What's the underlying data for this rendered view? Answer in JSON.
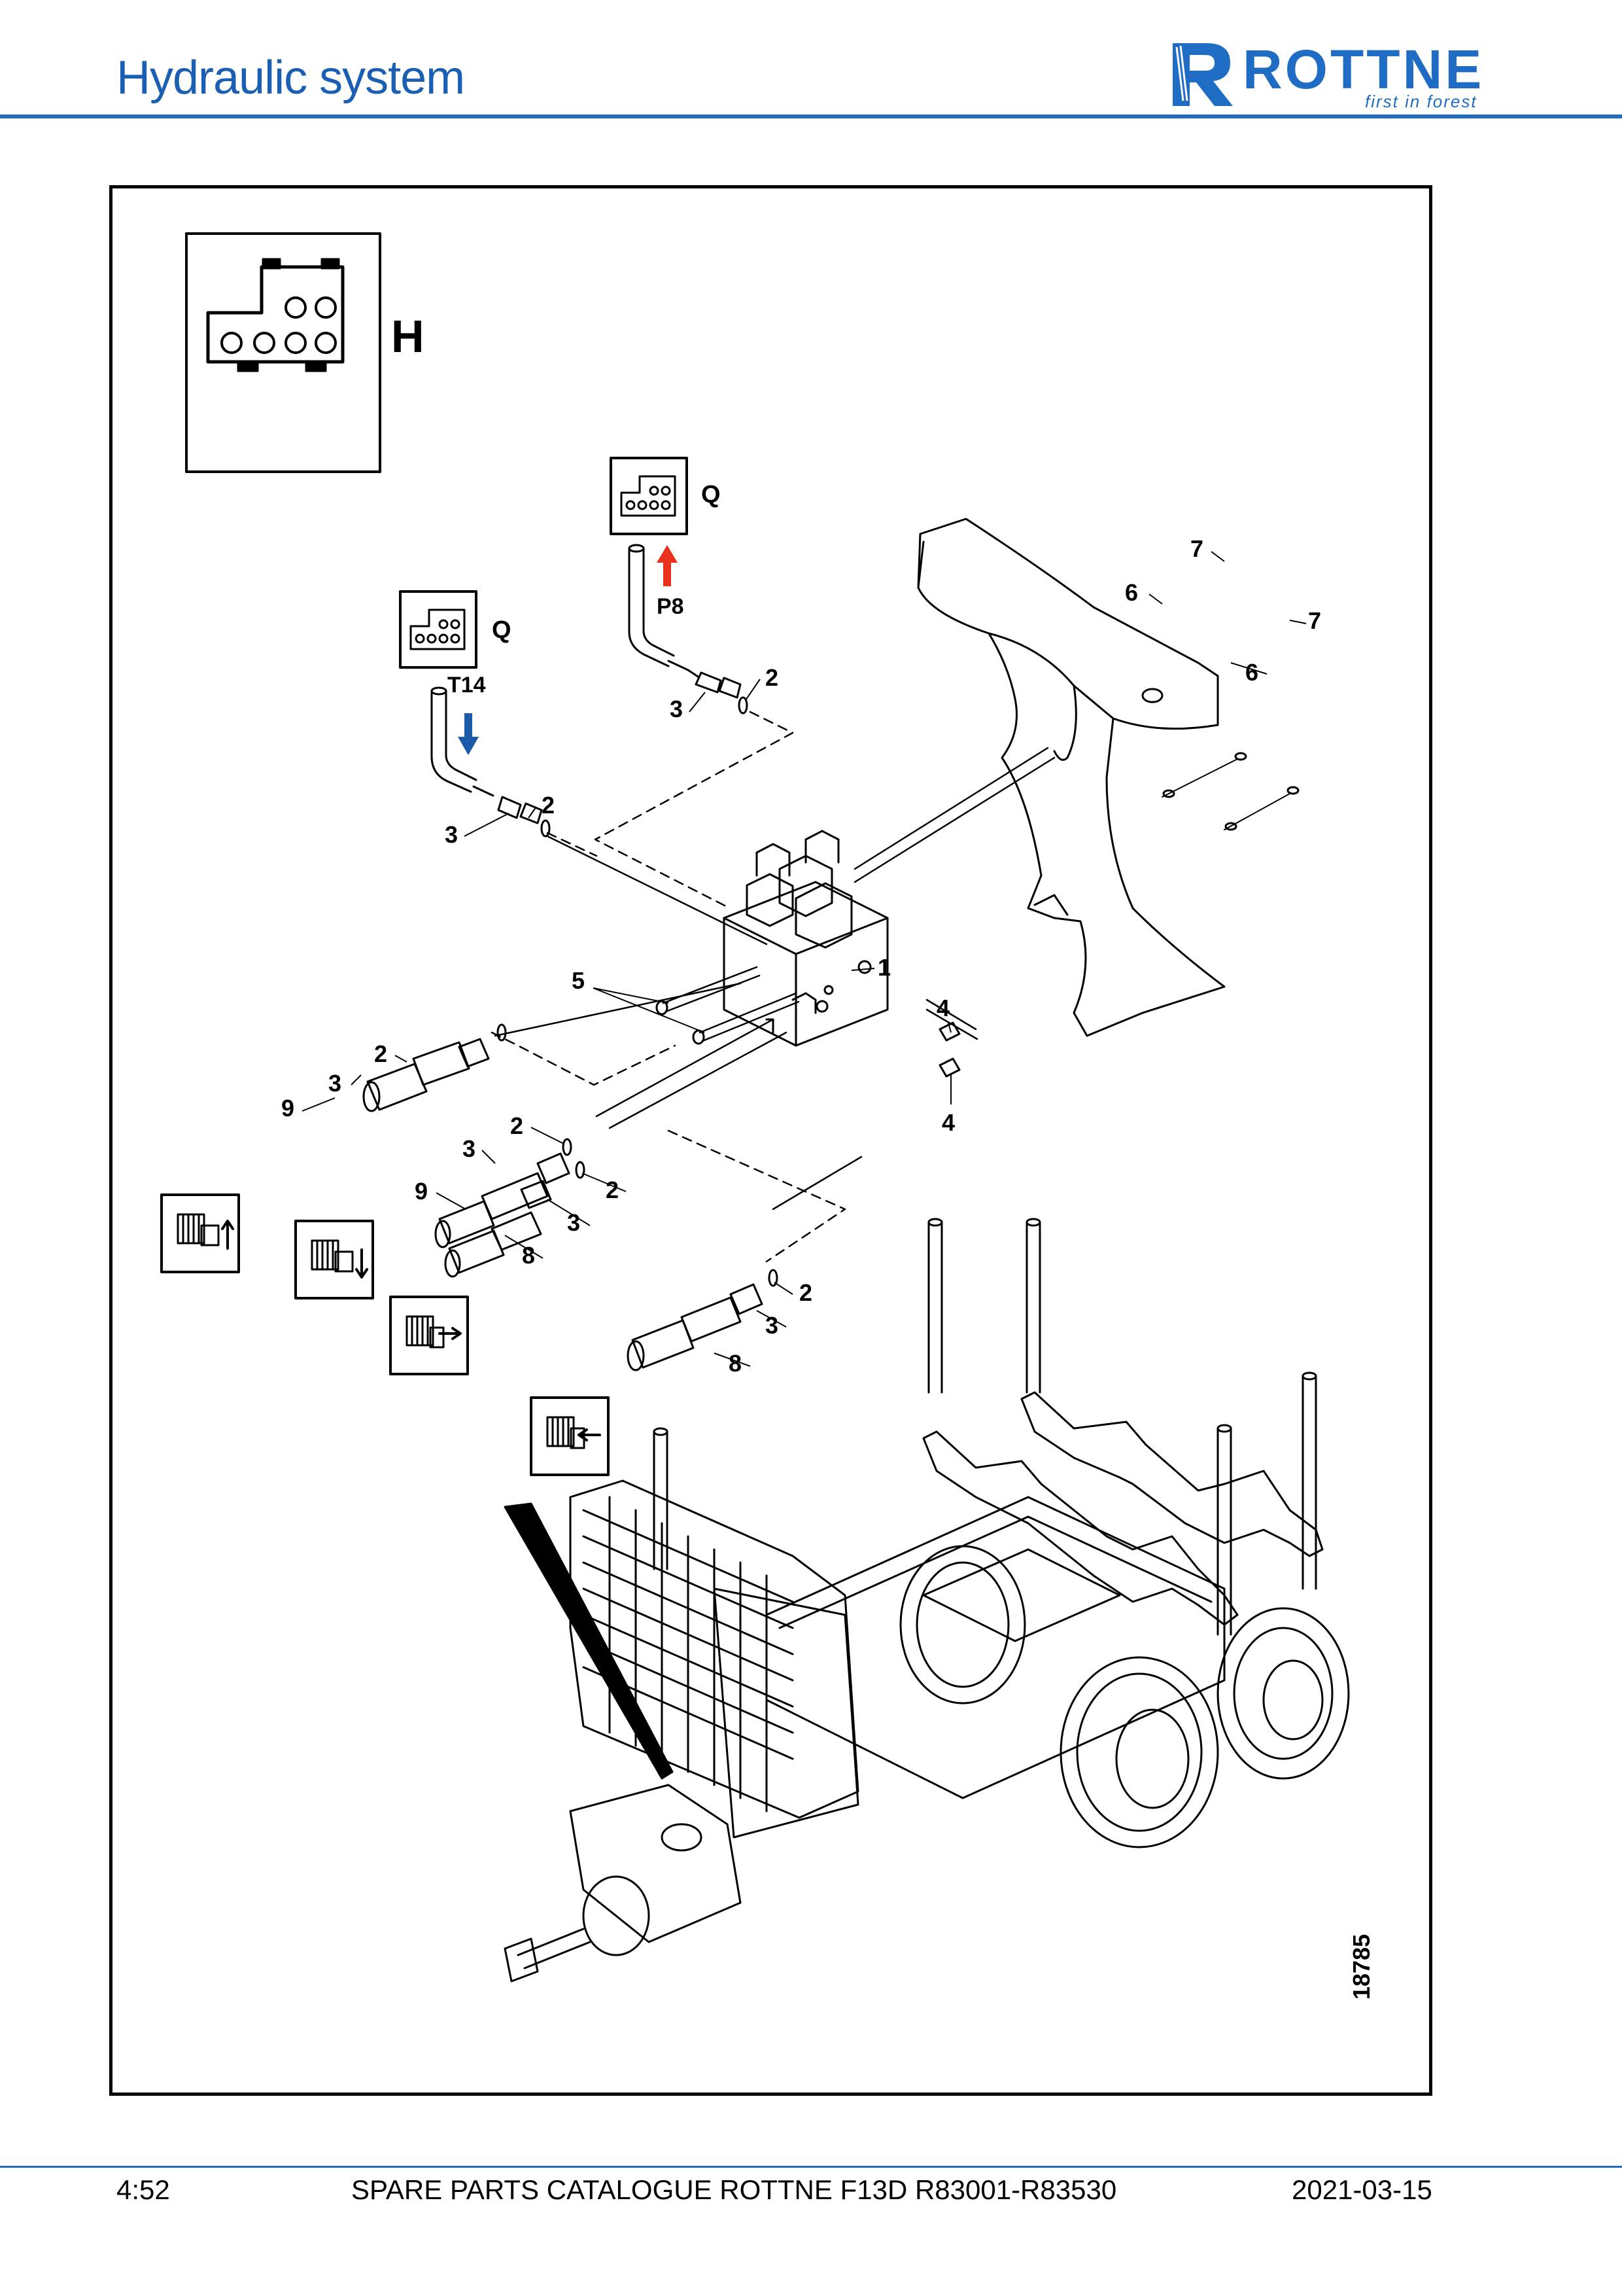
{
  "header": {
    "title": "Hydraulic system",
    "logo_word": "ROTTNE",
    "logo_tagline": "first in forest",
    "brand_color": "#1f6cc4"
  },
  "diagram": {
    "key_letter": "H",
    "connector_labels": [
      "Q",
      "Q"
    ],
    "port_labels": [
      "P8",
      "T14"
    ],
    "callouts": [
      "1",
      "2",
      "3",
      "4",
      "5",
      "6",
      "7",
      "8",
      "9"
    ],
    "figure_number": "18785",
    "arrow_colors": {
      "pressure": "#e8321e",
      "return": "#1a5aa8"
    }
  },
  "footer": {
    "page": "4:52",
    "catalogue": "SPARE PARTS CATALOGUE ROTTNE F13D R83001-R83530",
    "date": "2021-03-15"
  }
}
